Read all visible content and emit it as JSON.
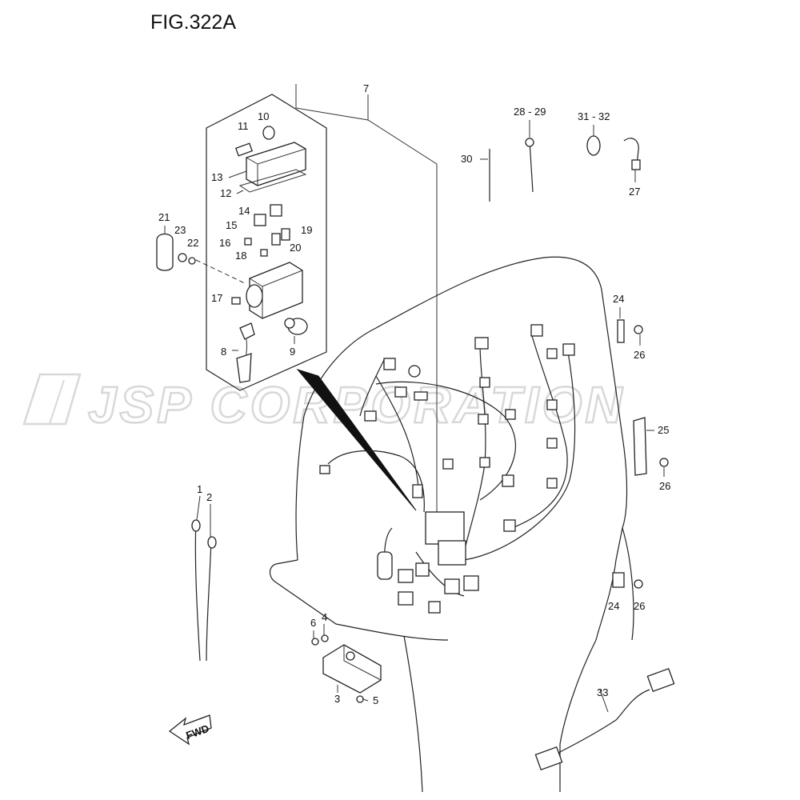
{
  "figure": {
    "title": "FIG.322A",
    "watermark": "JSP CORPORATION",
    "fwd_label": "FWD"
  },
  "callouts": {
    "c1": "1",
    "c2": "2",
    "c3": "3",
    "c4": "4",
    "c5": "5",
    "c6": "6",
    "c7": "7",
    "c8": "8",
    "c9": "9",
    "c10": "10",
    "c11": "11",
    "c12": "12",
    "c13": "13",
    "c14": "14",
    "c15": "15",
    "c16": "16",
    "c17": "17",
    "c18": "18",
    "c19": "19",
    "c20": "20",
    "c21": "21",
    "c22": "22",
    "c23": "23",
    "c24a": "24",
    "c24b": "24",
    "c25": "25",
    "c26a": "26",
    "c26b": "26",
    "c26c": "26",
    "c27": "27",
    "c2829": "28 - 29",
    "c30": "30",
    "c3132": "31 - 32",
    "c33": "33"
  },
  "colors": {
    "line": "#222222",
    "watermark": "#d8d8d8",
    "background": "#ffffff"
  }
}
